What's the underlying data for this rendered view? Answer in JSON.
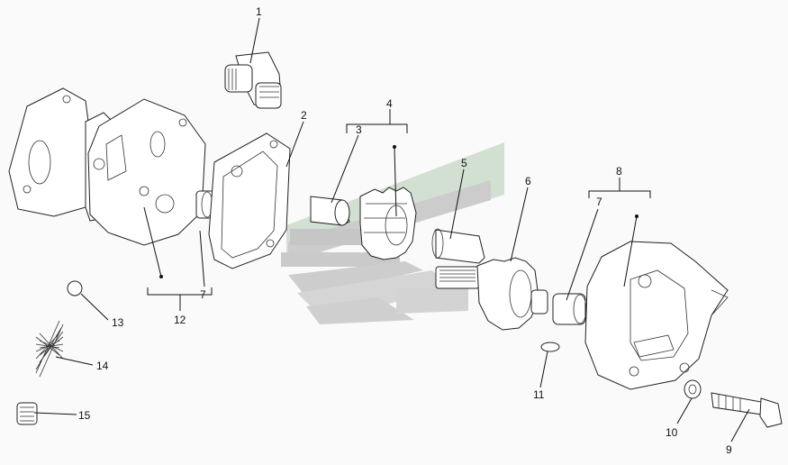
{
  "diagram": {
    "callouts": [
      {
        "id": "1",
        "text": "1"
      },
      {
        "id": "2",
        "text": "2"
      },
      {
        "id": "3",
        "text": "3"
      },
      {
        "id": "4",
        "text": "4"
      },
      {
        "id": "5",
        "text": "5"
      },
      {
        "id": "6",
        "text": "6"
      },
      {
        "id": "7a",
        "text": "7"
      },
      {
        "id": "7b",
        "text": "7"
      },
      {
        "id": "8",
        "text": "8"
      },
      {
        "id": "9",
        "text": "9"
      },
      {
        "id": "10",
        "text": "10"
      },
      {
        "id": "11",
        "text": "11"
      },
      {
        "id": "12",
        "text": "12"
      },
      {
        "id": "13",
        "text": "13"
      },
      {
        "id": "14",
        "text": "14"
      },
      {
        "id": "15",
        "text": "15"
      }
    ],
    "watermark_colors": {
      "green": "#c9d8c9",
      "gray": "#bcbcbc"
    }
  }
}
